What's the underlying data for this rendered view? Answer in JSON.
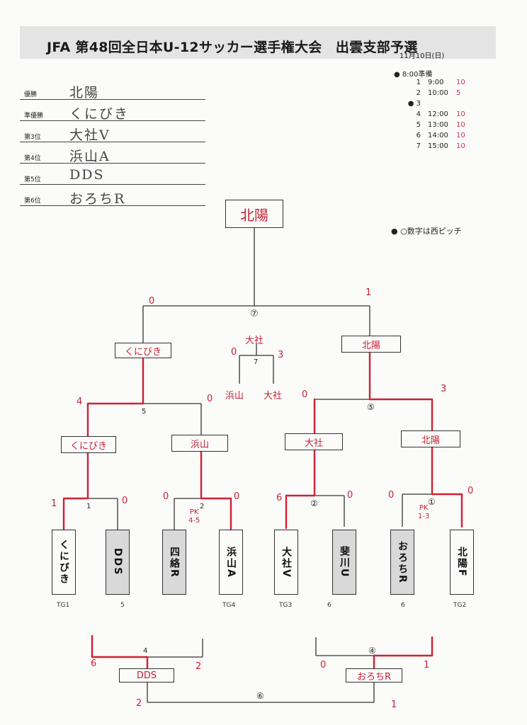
{
  "header": {
    "title": "JFA 第48回全日本U-12サッカー選手権大会　出雲支部予選",
    "date": "11月10日(日)"
  },
  "schedule": {
    "prep": "● 8:00準備",
    "items": [
      {
        "no": "1",
        "time": "9:00",
        "mark": "10"
      },
      {
        "no": "2",
        "time": "10:00",
        "mark": "5"
      },
      {
        "no": "● 3",
        "time": "",
        "mark": ""
      },
      {
        "no": "4",
        "time": "12:00",
        "mark": "10"
      },
      {
        "no": "5",
        "time": "13:00",
        "mark": "10"
      },
      {
        "no": "6",
        "time": "14:00",
        "mark": "10"
      },
      {
        "no": "7",
        "time": "15:00",
        "mark": "10"
      }
    ]
  },
  "rankings": [
    {
      "label": "優勝",
      "team": "北陽"
    },
    {
      "label": "準優勝",
      "team": "くにびき"
    },
    {
      "label": "第3位",
      "team": "大社V"
    },
    {
      "label": "第4位",
      "team": "浜山A"
    },
    {
      "label": "第5位",
      "team": "DDS"
    },
    {
      "label": "第6位",
      "team": "おろちR"
    }
  ],
  "note": "● ○数字は西ピッチ",
  "bracket": {
    "champion": "北陽",
    "teams": [
      {
        "name": "くにびき",
        "tg": "TG1",
        "shaded": false
      },
      {
        "name": "DDS",
        "tg": "5",
        "shaded": true
      },
      {
        "name": "四絡R",
        "tg": "",
        "shaded": true
      },
      {
        "name": "浜山A",
        "tg": "TG4",
        "shaded": false
      },
      {
        "name": "大社V",
        "tg": "TG3",
        "shaded": false
      },
      {
        "name": "斐川U",
        "tg": "6",
        "shaded": true
      },
      {
        "name": "おろちR",
        "tg": "6",
        "shaded": true
      },
      {
        "name": "北陽F",
        "tg": "TG2",
        "shaded": false
      }
    ],
    "r1_winners": [
      "くにびき",
      "浜山",
      "大社",
      "北陽"
    ],
    "semi_winners": [
      "くにびき",
      "北陽"
    ],
    "consolation_winners": [
      "DDS",
      "おろちR"
    ],
    "third_place": {
      "top": "大社",
      "left": "浜山",
      "right": "大社"
    },
    "match_numbers": {
      "m1": "1",
      "m2": "②",
      "m3": "2",
      "m4": "①",
      "m5": "5",
      "m6": "⑤",
      "m7": "⑦",
      "third": "7",
      "cons_left": "4",
      "cons_right": "④",
      "cons_final": "⑥"
    },
    "scores": {
      "r1_m1": [
        "1",
        "0"
      ],
      "r1_m2": [
        "0",
        "0"
      ],
      "r1_m3": [
        "6",
        "0"
      ],
      "r1_m4": [
        "0",
        "0"
      ],
      "semi_left": [
        "4",
        "0"
      ],
      "semi_right": [
        "0",
        "3"
      ],
      "final": [
        "0",
        "1"
      ],
      "third": [
        "0",
        "3"
      ],
      "cons_left": [
        "6",
        "2"
      ],
      "cons_right": [
        "0",
        "1"
      ],
      "cons_final": [
        "2",
        "1"
      ]
    },
    "pk": {
      "m2": "PK\n4-5",
      "m4": "PK\n1-3"
    }
  }
}
